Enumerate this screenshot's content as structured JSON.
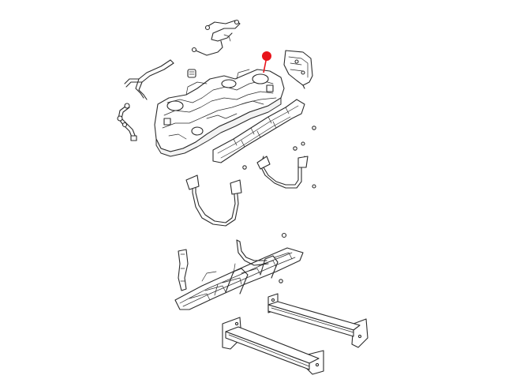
{
  "diagram": {
    "background": "#ffffff",
    "line_color": "#2b2b2b",
    "callout_color": "#e8141b",
    "parts": [
      "fuel-tank",
      "fuel-line-assembly",
      "vent-tube",
      "filler-hose",
      "evap-line",
      "heat-shield",
      "tank-skid-plate",
      "fuel-tank-strap-left",
      "fuel-tank-strap-right",
      "mounting-bracket",
      "skid-plate-lower",
      "crossmember-support",
      "fastener"
    ],
    "highlighted_part": "fuel-tank-sending-unit-port"
  }
}
